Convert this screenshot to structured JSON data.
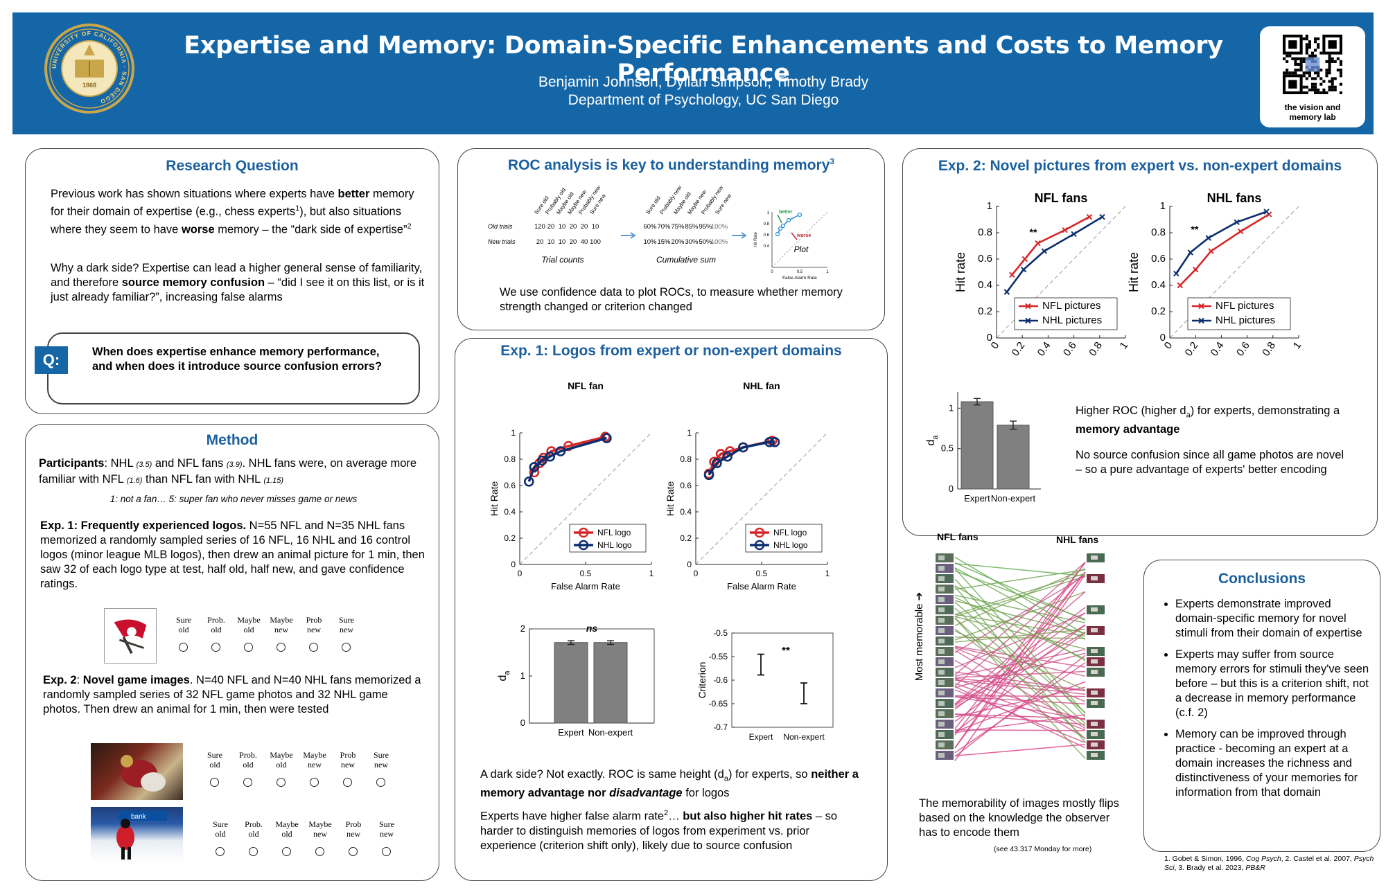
{
  "header": {
    "title": "Expertise and Memory: Domain-Specific Enhancements and Costs to Memory Performance",
    "authors": "Benjamin Johnson, Dyllan Simpson, Timothy Brady",
    "department": "Department of Psychology, UC San Diego",
    "seal_text": "UNIVERSITY OF CALIFORNIA · SAN DIEGO",
    "seal_year": "1868",
    "lab_label_1": "the vision and",
    "lab_label_2": "memory lab"
  },
  "research_question": {
    "title": "Research Question",
    "p1_a": "Previous work has shown situations where experts have ",
    "p1_b": "better",
    "p1_c": " memory for their domain of expertise (e.g., chess experts",
    "p1_sup1": "1",
    "p1_d": "), but also situations where they seem to have ",
    "p1_e": "worse",
    "p1_f": " memory – the “dark side of expertise”",
    "p1_sup2": "2",
    "p2_a": "Why a dark side? Expertise can lead a higher general sense of familiarity, and therefore ",
    "p2_b": "source memory confusion",
    "p2_c": " – “did I see it on this list, or is it just already familiar?”, increasing false alarms",
    "q_label": "Q:",
    "question": "When does expertise enhance memory performance, and when does it introduce source confusion errors?"
  },
  "method": {
    "title": "Method",
    "part_a": "Participants",
    "part_b": ": NHL ",
    "part_c": "(3.5)",
    "part_d": " and NFL fans ",
    "part_e": "(3.9)",
    "part_f": ". NHL fans were, on average more familiar with NFL ",
    "part_g": "(1.6)",
    "part_h": " than NFL fan with NHL ",
    "part_i": "(1.15)",
    "scale": "1: not a fan… 5: super fan who never misses game or news",
    "exp1_a": "Exp. 1: Frequently experienced logos.",
    "exp1_b": " N=55 NFL and N=35 NHL fans memorized a randomly sampled series of 16 NFL, 16 NHL and 16 control logos (minor league MLB logos), then drew an animal picture for 1 min, then saw 32 of each logo type at test, half old, half new, and gave confidence ratings.",
    "exp2_a": "Exp. 2",
    "exp2_b": ": ",
    "exp2_c": "Novel game images",
    "exp2_d": ". N=40 NFL and N=40 NHL fans memorized a randomly sampled series of 32 NFL game photos and 32 NHL game photos. Then drew an animal for 1 min, then were tested",
    "ratings": [
      {
        "l1": "Sure",
        "l2": "old"
      },
      {
        "l1": "Prob.",
        "l2": "old"
      },
      {
        "l1": "Maybe",
        "l2": "old"
      },
      {
        "l1": "Maybe",
        "l2": "new"
      },
      {
        "l1": "Prob",
        "l2": "new"
      },
      {
        "l1": "Sure",
        "l2": "new"
      }
    ],
    "photo2_sign": "bank"
  },
  "roc": {
    "title": "ROC analysis is key to understanding memory",
    "title_sup": "3",
    "count_headers": [
      "Sure old",
      "Probably old",
      "Maybe old",
      "Maybe new",
      "Probably new",
      "Sure new"
    ],
    "row_old": "Old trials",
    "row_new": "New trials",
    "old_counts": [
      "120",
      "20",
      "10",
      "20",
      "20",
      "10"
    ],
    "new_counts": [
      "20",
      "10",
      "10",
      "20",
      "40",
      "100"
    ],
    "cum_headers": [
      "Sure old",
      "Probably new",
      "Maybe old",
      "Maybe new",
      "Probably new",
      "Sure new"
    ],
    "old_cum": [
      "60%",
      "70%",
      "75%",
      "85%",
      "95%",
      "100%"
    ],
    "new_cum": [
      "10%",
      "15%",
      "20%",
      "30%",
      "50%",
      "100%"
    ],
    "caption_counts": "Trial counts",
    "caption_cum": "Cumulative sum",
    "caption_plot": "Plot",
    "mini_better": "better",
    "mini_worse": "worse",
    "mini_y": "Hit Rate",
    "mini_x": "False Alarm Rate",
    "mini_ticks": [
      "1",
      "0.8",
      "0.6",
      "0.4",
      "0",
      "0.5",
      "1"
    ],
    "text": "We use confidence data to plot ROCs, to measure whether memory strength changed or criterion changed"
  },
  "exp1": {
    "title": "Exp. 1: Logos from expert or non-expert domains",
    "bottom_a": "A dark side? Not exactly. ROC is same height (d",
    "bottom_a_sub": "a",
    "bottom_b": ") for experts, so ",
    "bottom_c": "neither a memory advantage nor ",
    "bottom_d": "disadvantage",
    "bottom_e": " for logos",
    "bottom2_a": "Experts have higher false alarm rate",
    "bottom2_sup": "2",
    "bottom2_b": "… ",
    "bottom2_c": "but also higher hit rates",
    "bottom2_d": " – so harder to distinguish memories of logos from experiment vs. prior experience (criterion shift only), likely due to source confusion"
  },
  "exp2": {
    "title": "Exp. 2: Novel pictures from expert vs. non-expert domains",
    "text1_a": "Higher ROC (higher d",
    "text1_sub": "a",
    "text1_b": ") for experts, demonstrating a ",
    "text1_c": "memory advantage",
    "text2": "No source confusion since all game photos are novel – so a pure advantage of experts' better encoding",
    "mem_nfl": "NFL fans",
    "mem_nhl": "NHL fans",
    "mem_axis": "Most memorable",
    "mem_text": "The memorability of images mostly flips based on the knowledge the observer has to encode them",
    "mem_note": "(see 43.317 Monday for more)"
  },
  "conclusions": {
    "title": "Conclusions",
    "items": [
      "Experts demonstrate improved domain-specific memory for novel stimuli from their domain of expertise",
      "Experts may suffer from source memory errors for stimuli they've seen before – but this is a criterion shift, not a decrease in memory performance (c.f. 2)",
      "Memory can be improved through practice - becoming an expert at a domain increases the richness and distinctiveness of your memories for information from that domain"
    ]
  },
  "references": {
    "r1": "1. Gobet & Simon, 1996, ",
    "r1i": "Cog Psych",
    "r2": ", 2. Castel et al. 2007, ",
    "r2i": "Psych Sci",
    "r3": ", 3. Brady et al. 2023, ",
    "r3i": "PB&R"
  },
  "chart_data": [
    {
      "type": "line",
      "title": "NFL fan",
      "xlabel": "False Alarm Rate",
      "ylabel": "Hit Rate",
      "xlim": [
        0,
        1
      ],
      "ylim": [
        0,
        1
      ],
      "xticks": [
        "0",
        "0.5",
        "1"
      ],
      "yticks": [
        "0",
        "0.2",
        "0.4",
        "0.6",
        "0.8",
        "1"
      ],
      "legend": "bottom-right",
      "series": [
        {
          "name": "NFL logo",
          "color": "#d62728",
          "x": [
            0.11,
            0.15,
            0.18,
            0.24,
            0.37,
            0.65
          ],
          "y": [
            0.7,
            0.77,
            0.81,
            0.86,
            0.9,
            0.97
          ]
        },
        {
          "name": "NHL logo",
          "color": "#0b2e6e",
          "x": [
            0.07,
            0.11,
            0.17,
            0.23,
            0.31,
            0.66
          ],
          "y": [
            0.63,
            0.74,
            0.79,
            0.82,
            0.86,
            0.96
          ]
        }
      ]
    },
    {
      "type": "line",
      "title": "NHL fan",
      "xlabel": "False Alarm Rate",
      "ylabel": "Hit Rate",
      "xlim": [
        0,
        1
      ],
      "ylim": [
        0,
        1
      ],
      "xticks": [
        "0",
        "0.5",
        "1"
      ],
      "yticks": [
        "0",
        "0.2",
        "0.4",
        "0.6",
        "0.8",
        "1"
      ],
      "legend": "bottom-right",
      "series": [
        {
          "name": "NFL logo",
          "color": "#d62728",
          "x": [
            0.1,
            0.14,
            0.19,
            0.26,
            0.36,
            0.58
          ],
          "y": [
            0.69,
            0.78,
            0.84,
            0.86,
            0.89,
            0.94
          ]
        },
        {
          "name": "NHL logo",
          "color": "#0b2e6e",
          "x": [
            0.1,
            0.16,
            0.24,
            0.36,
            0.56,
            0.6
          ],
          "y": [
            0.68,
            0.77,
            0.82,
            0.89,
            0.93,
            0.93
          ]
        }
      ]
    },
    {
      "type": "bar",
      "categories": [
        "Expert",
        "Non-expert"
      ],
      "values": [
        1.71,
        1.71
      ],
      "errors": [
        0.04,
        0.04
      ],
      "ylabel": "d",
      "ylabel_sub": "a",
      "ylim": [
        0,
        2
      ],
      "yticks": [
        "0",
        "1",
        "2"
      ],
      "annotation": "ns"
    },
    {
      "type": "scatter",
      "categories": [
        "Expert",
        "Non-expert"
      ],
      "values": [
        -0.567,
        -0.628
      ],
      "errors": [
        0.022,
        0.022
      ],
      "ylabel": "Criterion",
      "ylim": [
        -0.7,
        -0.5
      ],
      "yticks": [
        "-0.5",
        "-0.55",
        "-0.6",
        "-0.65",
        "-0.7"
      ],
      "annotation": "**"
    },
    {
      "type": "line",
      "title": "NFL fans",
      "xlabel": "",
      "ylabel": "Hit rate",
      "xlim": [
        0,
        1
      ],
      "ylim": [
        0,
        1
      ],
      "xticks": [
        "0",
        "0.2",
        "0.4",
        "0.6",
        "0.8",
        "1"
      ],
      "yticks": [
        "0",
        "0.2",
        "0.4",
        "0.6",
        "0.8",
        "1"
      ],
      "legend": "bottom-right",
      "annotation": "**",
      "series": [
        {
          "name": "NFL pictures",
          "color": "#d62728",
          "x": [
            0.12,
            0.22,
            0.32,
            0.53,
            0.72
          ],
          "y": [
            0.48,
            0.6,
            0.72,
            0.82,
            0.92
          ]
        },
        {
          "name": "NHL pictures",
          "color": "#0b2e6e",
          "x": [
            0.08,
            0.21,
            0.37,
            0.6,
            0.82
          ],
          "y": [
            0.35,
            0.52,
            0.66,
            0.79,
            0.92
          ]
        }
      ]
    },
    {
      "type": "line",
      "title": "NHL fans",
      "xlabel": "",
      "ylabel": "Hit rate",
      "xlim": [
        0,
        1
      ],
      "ylim": [
        0,
        1
      ],
      "xticks": [
        "0",
        "0.2",
        "0.4",
        "0.6",
        "0.8",
        "1"
      ],
      "yticks": [
        "0",
        "0.2",
        "0.4",
        "0.6",
        "0.8",
        "1"
      ],
      "legend": "bottom-right",
      "annotation": "**",
      "series": [
        {
          "name": "NFL pictures",
          "color": "#d62728",
          "x": [
            0.08,
            0.2,
            0.32,
            0.55,
            0.77
          ],
          "y": [
            0.4,
            0.52,
            0.66,
            0.81,
            0.94
          ]
        },
        {
          "name": "NHL pictures",
          "color": "#0b2e6e",
          "x": [
            0.05,
            0.16,
            0.3,
            0.52,
            0.75
          ],
          "y": [
            0.49,
            0.65,
            0.76,
            0.88,
            0.96
          ]
        }
      ]
    },
    {
      "type": "bar",
      "categories": [
        "Expert",
        "Non-expert"
      ],
      "values": [
        1.08,
        0.79
      ],
      "errors": [
        0.04,
        0.05
      ],
      "ylabel": "d",
      "ylabel_sub": "a",
      "ylim": [
        0,
        1.2
      ],
      "yticks": [
        "0",
        "0.5",
        "1"
      ]
    }
  ]
}
